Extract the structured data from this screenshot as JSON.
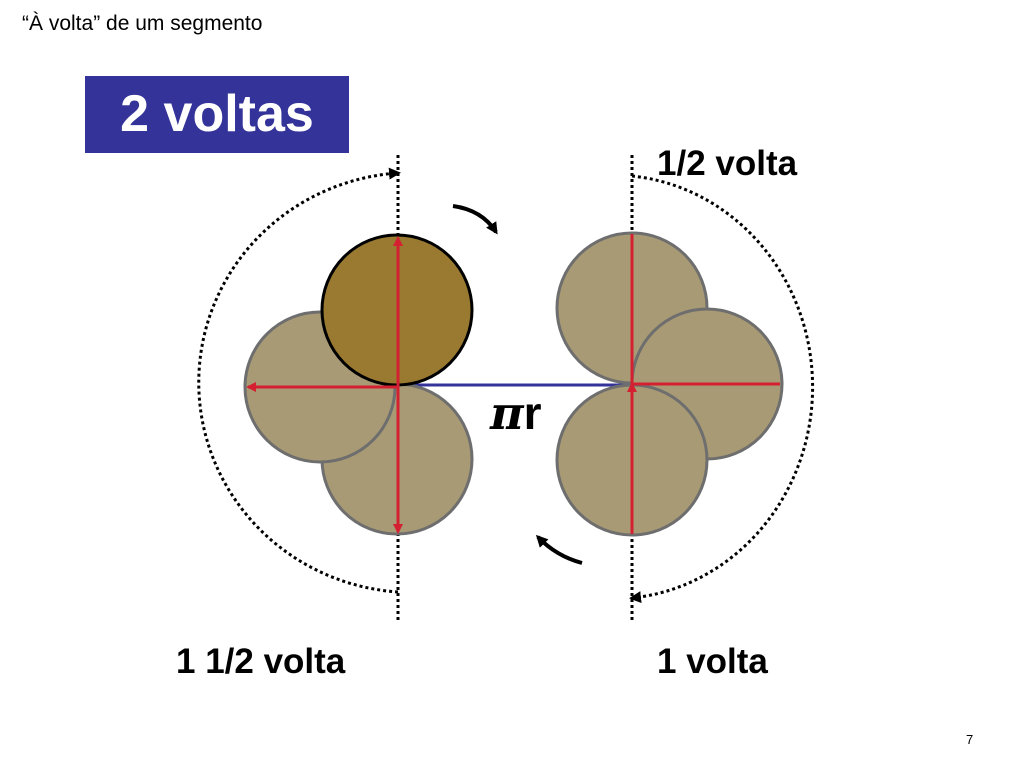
{
  "slide": {
    "top_title": "“À volta” de um segmento",
    "title": "2 voltas",
    "page_number": "7"
  },
  "labels": {
    "half_turn": "1/2 volta",
    "one_and_half_turn": "1 1/2 volta",
    "one_turn": "1 volta",
    "pi_symbol": "π",
    "r_symbol": "r"
  },
  "colors": {
    "title_box": "#33339a",
    "coin_fill": "#a89a74",
    "coin_highlight_fill": "#9a7a30",
    "radius_line": "#d42030",
    "segment_line": "#33339a"
  }
}
